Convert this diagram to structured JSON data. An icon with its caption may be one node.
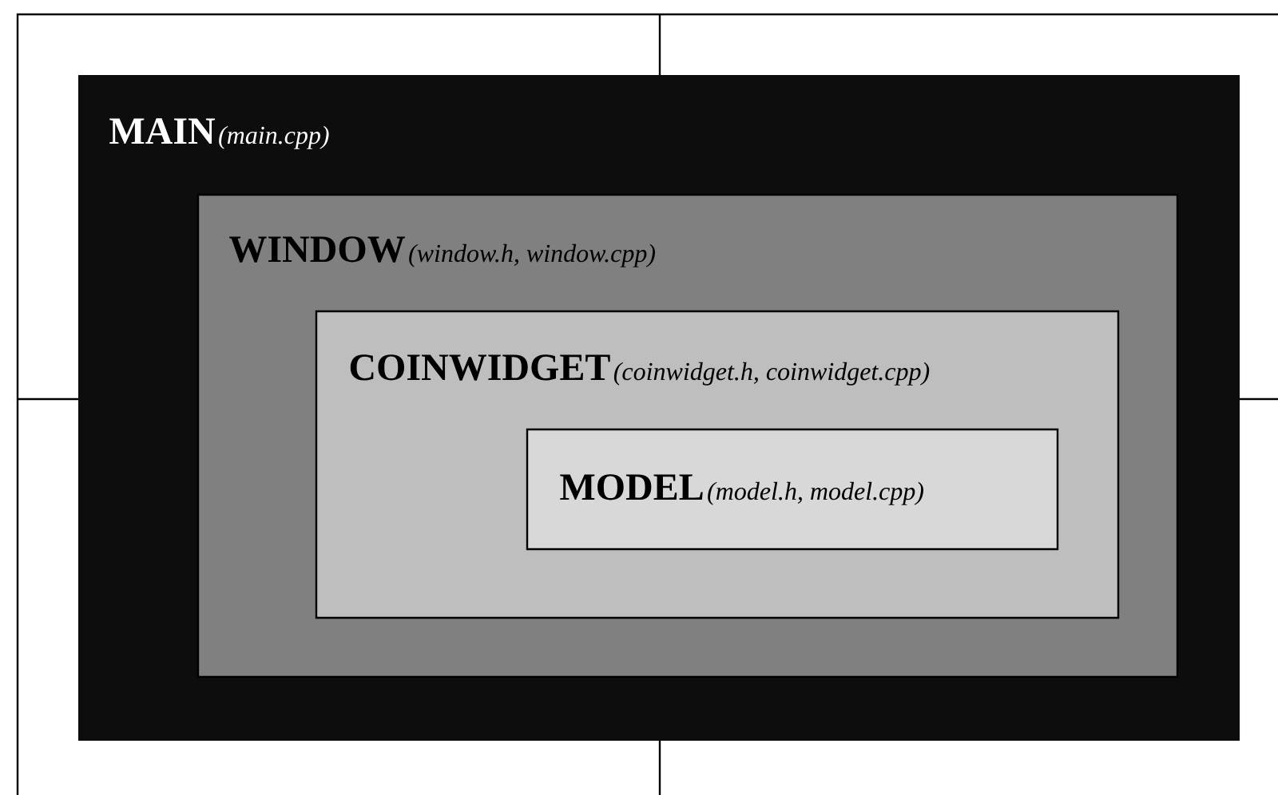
{
  "diagram": {
    "nodes": [
      {
        "text": [
          "MAIN",
          "(main.cpp)"
        ]
      },
      {
        "text": [
          "WINDOW",
          "(window.h, window.cpp)"
        ],
        "in": 0
      },
      {
        "text": [
          "COINWIDGET",
          "(coinwidget.h, coinwidget.cpp)"
        ],
        "in": 1
      },
      {
        "text": [
          "MODEL",
          "(model.h, model.cpp)"
        ],
        "in": 2
      }
    ]
  }
}
